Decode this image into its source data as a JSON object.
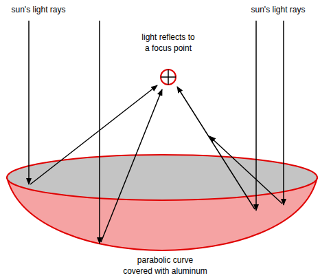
{
  "diagram": {
    "labels": [
      "sun's light rays",
      "sun's light rays",
      "light reflects to a focus point",
      "parabolic curve covered with aluminum"
    ]
  }
}
